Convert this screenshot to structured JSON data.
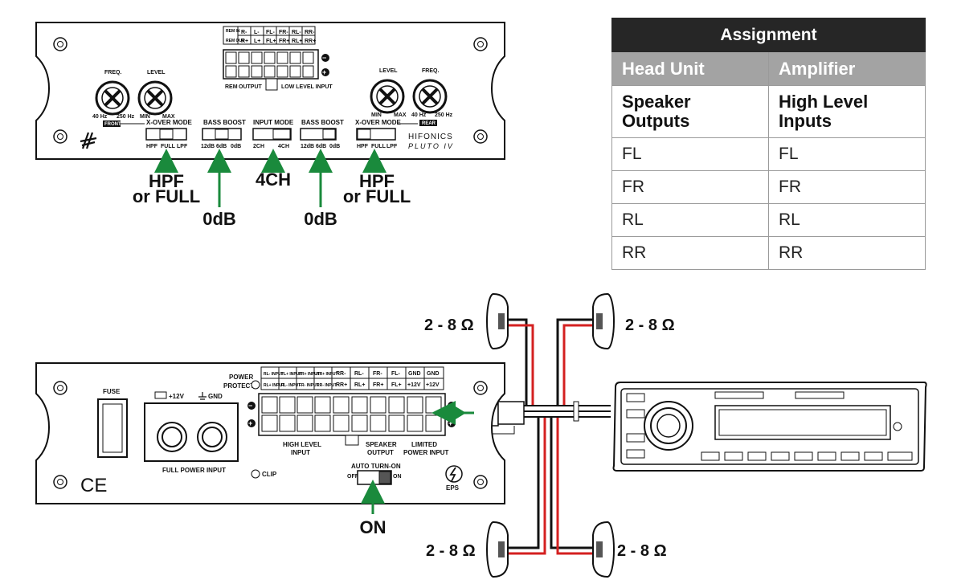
{
  "assignment_table": {
    "title": "Assignment",
    "headers": [
      "Head Unit",
      "Amplifier"
    ],
    "subheaders": [
      "Speaker Outputs",
      "High Level Inputs"
    ],
    "rows": [
      [
        "FL",
        "FL"
      ],
      [
        "FR",
        "FR"
      ],
      [
        "RL",
        "RL"
      ],
      [
        "RR",
        "RR"
      ]
    ]
  },
  "top_amp": {
    "brand": "HIFONICS",
    "model": "PLUTO IV",
    "knobs": {
      "left_freq": "FREQ.",
      "left_level": "LEVEL",
      "left_min": "MIN",
      "left_max": "MAX",
      "left_freq_lo": "40 Hz",
      "left_freq_hi": "250 Hz",
      "right_level": "LEVEL",
      "right_freq": "FREQ.",
      "right_min": "MIN",
      "right_max": "MAX",
      "right_freq_lo": "40 Hz",
      "right_freq_hi": "250 Hz",
      "front_label": "FRONT",
      "rear_label": "REAR"
    },
    "switches": {
      "xover_left": "X-OVER MODE",
      "bass_boost_left": "BASS BOOST",
      "input_mode": "INPUT MODE",
      "bass_boost_right": "BASS BOOST",
      "xover_right": "X-OVER MODE",
      "xover_opts": [
        "HPF",
        "FULL",
        "LPF"
      ],
      "boost_opts": [
        "12dB",
        "6dB",
        "0dB"
      ],
      "input_opts": [
        "2CH",
        "4CH"
      ]
    },
    "connector": {
      "top_row": [
        "REM IN",
        "R-",
        "L-",
        "FL-",
        "FR-",
        "RL-",
        "RR-"
      ],
      "bottom_row": [
        "REM OUT",
        "R+",
        "L+",
        "FL+",
        "FR+",
        "RL+",
        "RR+"
      ],
      "minus": "−",
      "plus": "+",
      "rem": "REM",
      "output": "OUTPUT",
      "low_level_input": "LOW LEVEL INPUT"
    },
    "callouts": {
      "xover_left": [
        "HPF",
        "or FULL"
      ],
      "bass_left": "0dB",
      "input_mode": "4CH",
      "bass_right": "0dB",
      "xover_right": [
        "HPF",
        "or FULL"
      ]
    }
  },
  "bottom_amp": {
    "fuse": "FUSE",
    "plus12": "+12V",
    "gnd": "GND",
    "full_power_input": "FULL POWER INPUT",
    "clip": "CLIP",
    "power": "POWER",
    "protect": "PROTECT",
    "connector_top": [
      "RL- INPUT",
      "FL+ INPUT",
      "FR+ INPUT",
      "RR+ INPUT",
      "RR-",
      "RL-",
      "FR-",
      "FL-",
      "GND",
      "GND"
    ],
    "connector_bottom": [
      "RL+ INPUT",
      "FL- INPUT",
      "FR- INPUT",
      "RR- INPUT",
      "RR+",
      "RL+",
      "FR+",
      "FL+",
      "+12V",
      "+12V"
    ],
    "high_level_input": [
      "HIGH LEVEL",
      "INPUT"
    ],
    "speaker_output": [
      "SPEAKER",
      "OUTPUT"
    ],
    "limited_power_input": [
      "LIMITED",
      "POWER INPUT"
    ],
    "auto_turn_on": "AUTO TURN-ON",
    "off": "OFF",
    "on_label": "ON",
    "eps": "EPS",
    "ce": "CE",
    "callout_on": "ON"
  },
  "speakers": {
    "impedance": "2 - 8 Ω",
    "labels": [
      "2 - 8 Ω",
      "2 - 8 Ω",
      "2 - 8 Ω",
      "2 - 8 Ω"
    ]
  },
  "colors": {
    "arrow": "#1a8a3c",
    "wire_red": "#d42020",
    "wire_black": "#111111",
    "table_title_bg": "#262626",
    "table_header_bg": "#a3a3a3"
  }
}
